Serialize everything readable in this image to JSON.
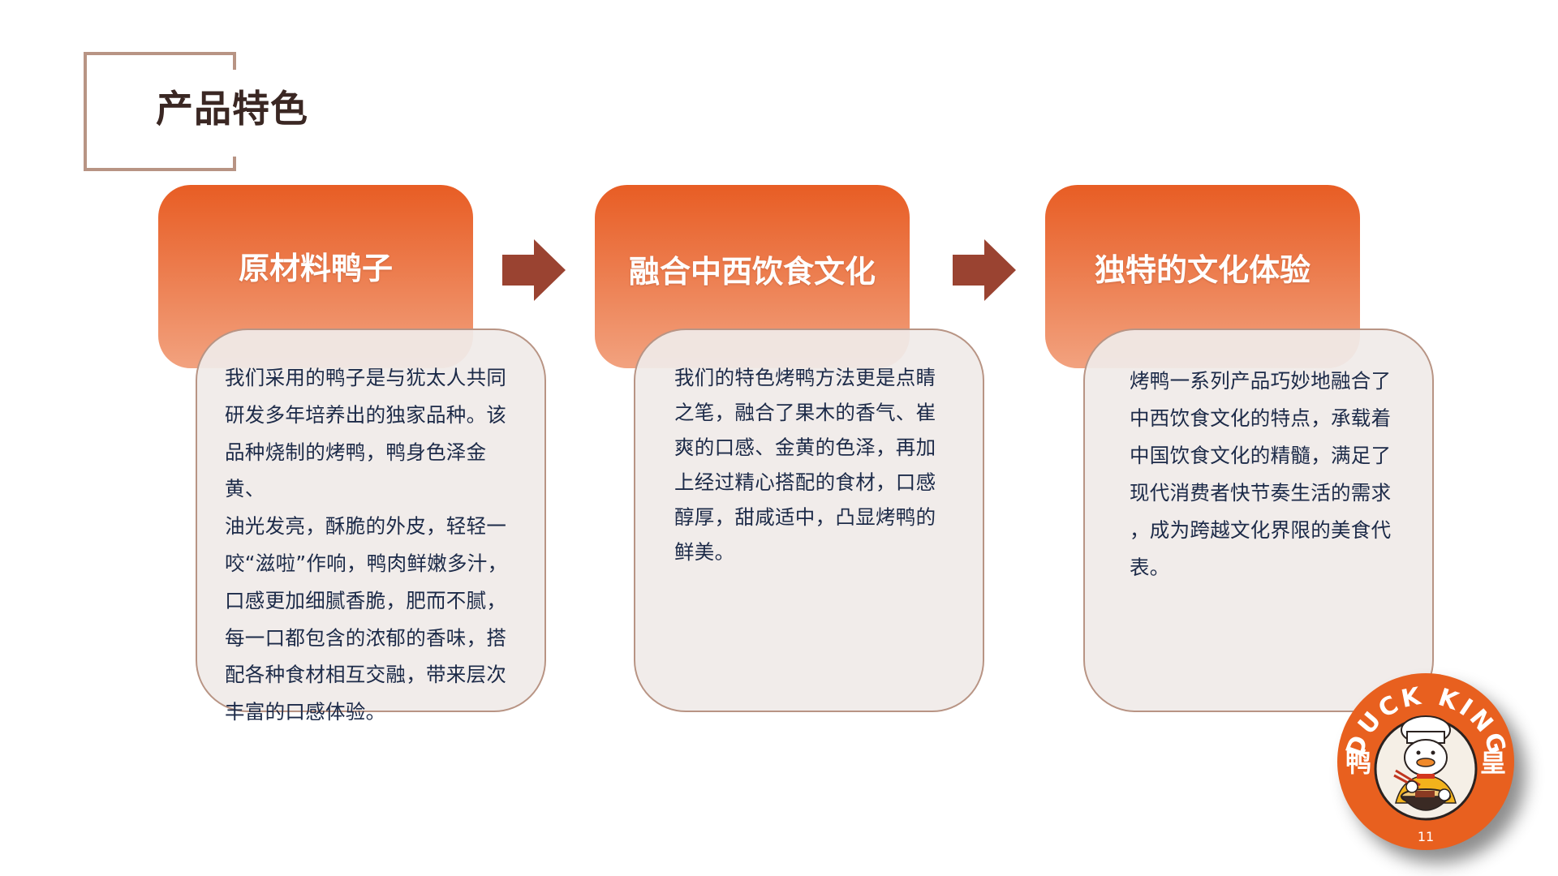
{
  "slide": {
    "title": "产品特色",
    "page_number": "11"
  },
  "colors": {
    "accent_orange": "#e85d24",
    "frame_brown": "#b89484",
    "arrow_brown": "#9a4331",
    "title_text": "#3a2723",
    "body_text": "#1c2a48",
    "card_fill": "#f0ebe8"
  },
  "steps": [
    {
      "title": "原材料鸭子",
      "body": "我们采用的鸭子是与犹太人共同\n研发多年培养出的独家品种。该\n品种烧制的烤鸭，鸭身色泽金黄、\n油光发亮，酥脆的外皮，轻轻一\n咬“滋啦”作响，鸭肉鲜嫩多汁，\n口感更加细腻香脆，肥而不腻，\n每一口都包含的浓郁的香味，搭\n配各种食材相互交融，带来层次\n丰富的口感体验。"
    },
    {
      "title": "融合中西饮食文化",
      "body": "我们的特色烤鸭方法更是点睛\n之笔，融合了果木的香气、崔\n爽的口感、金黄的色泽，再加\n上经过精心搭配的食材，口感\n醇厚，甜咸适中，凸显烤鸭的\n鲜美。"
    },
    {
      "title": "独特的文化体验",
      "body": "烤鸭一系列产品巧妙地融合了\n中西饮食文化的特点，承载着\n中国饮食文化的精髓，满足了\n现代消费者快节奏生活的需求\n，成为跨越文化界限的美食代\n表。"
    }
  ],
  "arrows": [
    {
      "icon": "arrow-right-icon"
    },
    {
      "icon": "arrow-right-icon"
    }
  ],
  "logo": {
    "brand_en": "DUCK KING",
    "brand_cn_left": "鸭",
    "brand_cn_right": "皇",
    "icon": "duck-chef-logo-icon"
  }
}
